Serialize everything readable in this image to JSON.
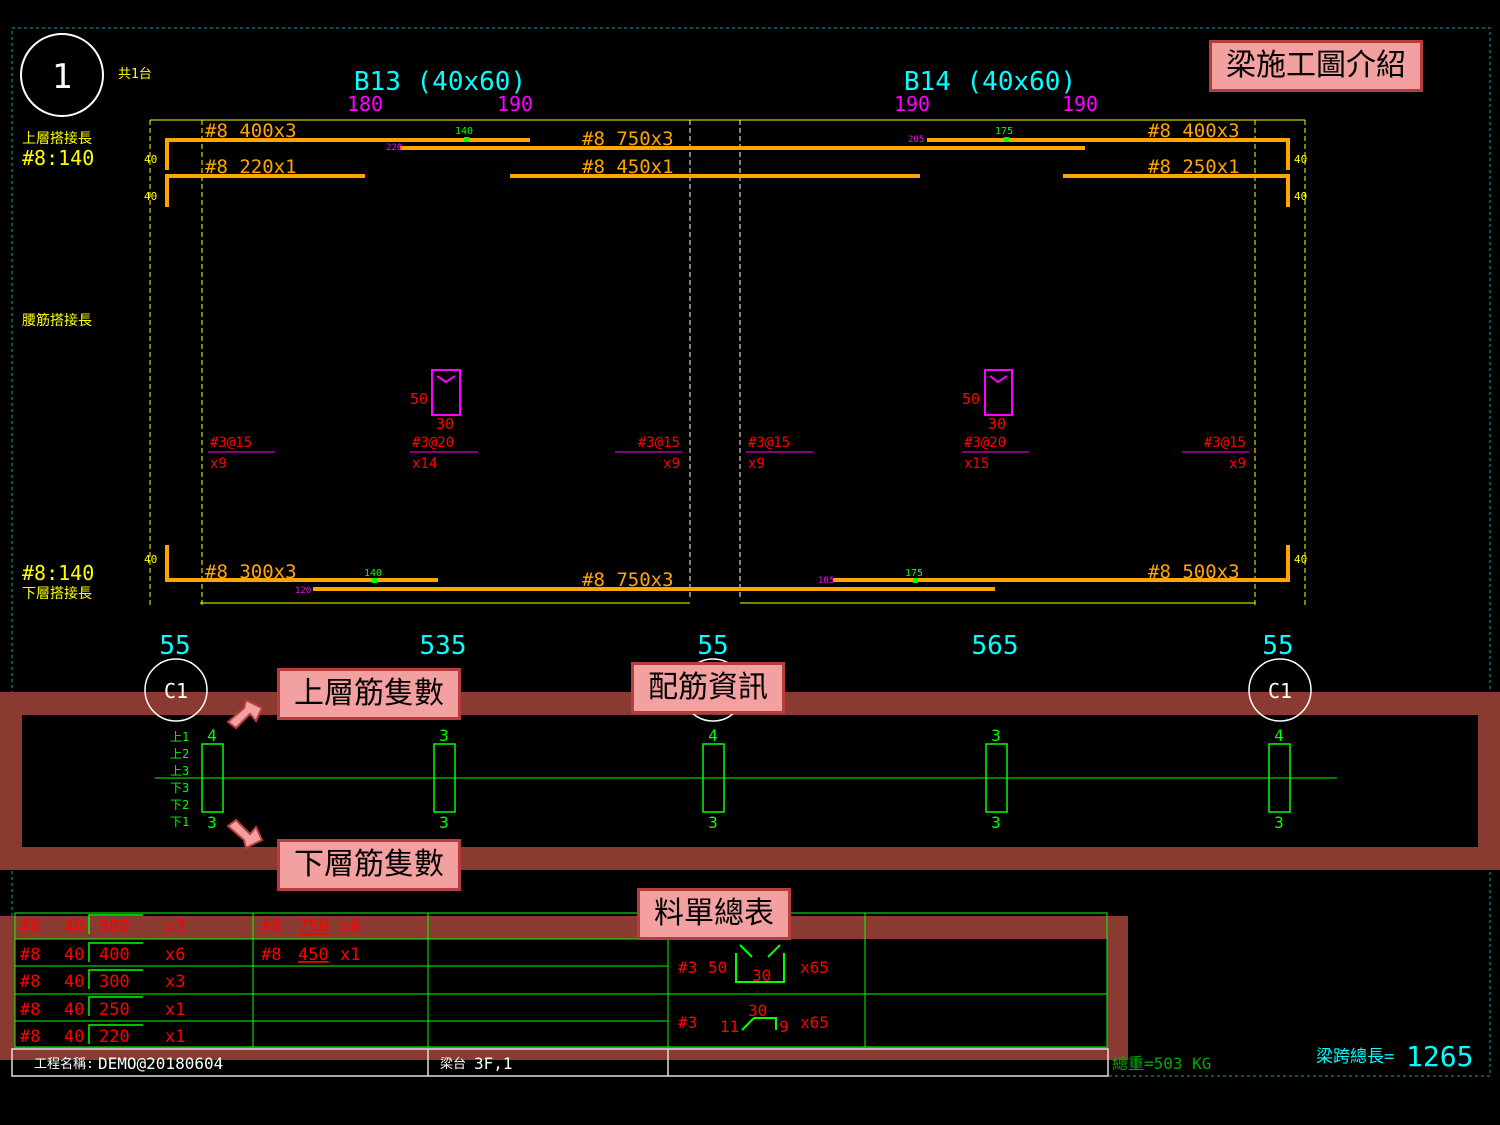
{
  "title": "梁施工圖介紹",
  "callouts": {
    "top_count": "上層筋隻數",
    "bottom_count": "下層筋隻數",
    "rebar_info": "配筋資訊",
    "bill_summary": "料單總表"
  },
  "header": {
    "circle_no": "1",
    "count": "共1台",
    "top_lap_label": "上層搭接長",
    "top_lap_value": "#8:140",
    "waist_label": "腰筋搭接長",
    "bottom_lap_value": "#8:140",
    "bottom_lap_label": "下層搭接長"
  },
  "beams": [
    {
      "name": "B13 (40x60)",
      "dim_left": "180",
      "dim_right": "190"
    },
    {
      "name": "B14 (40x60)",
      "dim_left": "190",
      "dim_right": "190"
    }
  ],
  "top_bars": {
    "l1_left": "#8  400x3",
    "l1_mid": "#8  750x3",
    "l1_right": "#8  400x3",
    "l2_left": "#8  220x1",
    "l2_mid": "#8  450x1",
    "l2_right": "#8  250x1",
    "lap1": "140",
    "lap2": "220",
    "lap3": "205",
    "lap4": "175"
  },
  "bottom_bars": {
    "left": "#8  300x3",
    "mid": "#8  750x3",
    "right": "#8  500x3",
    "lap1": "140",
    "lap2": "120",
    "lap3": "105",
    "lap4": "175"
  },
  "hooks": "40",
  "stirrups": [
    {
      "spec": "#3@15",
      "count": "x9"
    },
    {
      "spec": "#3@20",
      "count": "x14"
    },
    {
      "spec": "#3@15",
      "count": "x9"
    },
    {
      "spec": "#3@15",
      "count": "x9"
    },
    {
      "spec": "#3@20",
      "count": "x15"
    },
    {
      "spec": "#3@15",
      "count": "x9"
    }
  ],
  "stirrup_dims": {
    "h": "50",
    "w": "30"
  },
  "spans": [
    "55",
    "535",
    "55",
    "565",
    "55"
  ],
  "columns": [
    "C1",
    "C1"
  ],
  "layers": [
    "上1",
    "上2",
    "上3",
    "下3",
    "下2",
    "下1"
  ],
  "section_counts": [
    {
      "top": "4",
      "bottom": "3"
    },
    {
      "top": "3",
      "bottom": "3"
    },
    {
      "top": "4",
      "bottom": "3"
    },
    {
      "top": "3",
      "bottom": "3"
    },
    {
      "top": "4",
      "bottom": "3"
    }
  ],
  "bill": {
    "rows": [
      {
        "bar": "#8",
        "hook": "40",
        "len": "500",
        "qty": "x3"
      },
      {
        "bar": "#8",
        "hook": "40",
        "len": "400",
        "qty": "x6"
      },
      {
        "bar": "#8",
        "hook": "40",
        "len": "300",
        "qty": "x3"
      },
      {
        "bar": "#8",
        "hook": "40",
        "len": "250",
        "qty": "x1"
      },
      {
        "bar": "#8",
        "hook": "40",
        "len": "220",
        "qty": "x1"
      }
    ],
    "straight": [
      {
        "bar": "#8",
        "len": "750",
        "qty": "x6"
      },
      {
        "bar": "#8",
        "len": "450",
        "qty": "x1"
      }
    ],
    "stirrup1": {
      "bar": "#3",
      "h": "50",
      "w": "30",
      "qty": "x65"
    },
    "stirrup2": {
      "bar": "#3",
      "a": "11",
      "w": "30",
      "b": "9",
      "qty": "x65"
    },
    "project_label": "工程名稱:",
    "project_value": "DEMO@20180604",
    "beam_label": "梁台",
    "beam_value": "3F,1",
    "weight": "總重=503 KG",
    "total_label": "梁跨總長=",
    "total_value": "1265"
  }
}
